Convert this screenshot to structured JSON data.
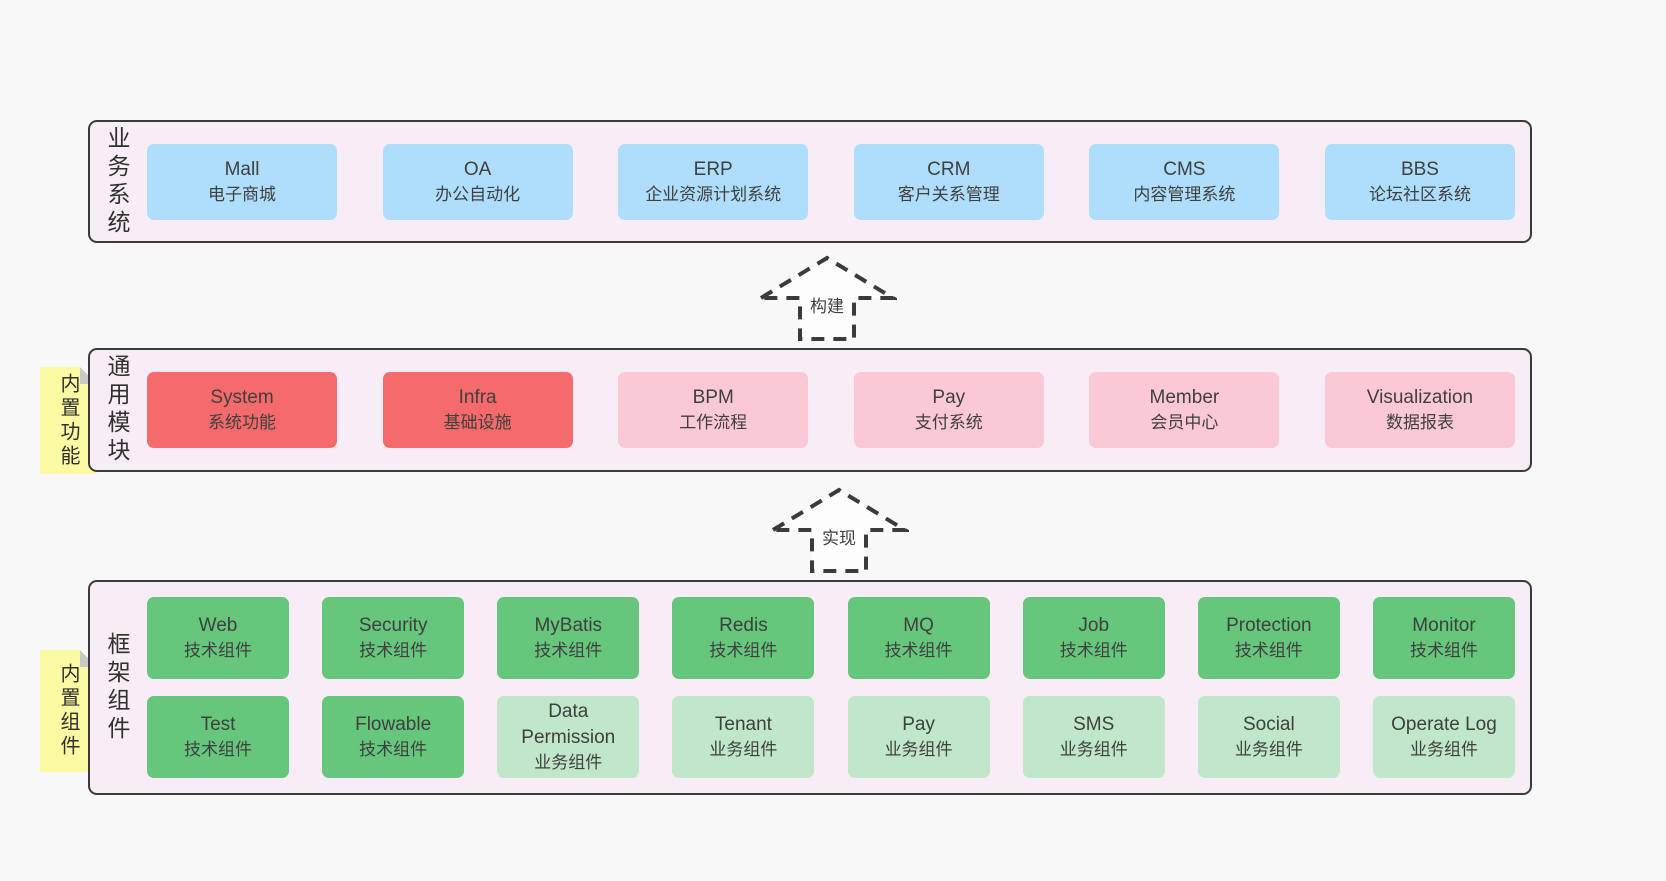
{
  "colors": {
    "page_bg": "#f8f8f8",
    "panel_bg": "#f8edf6",
    "panel_border": "#3b3b3b",
    "blue_box": "#aedefb",
    "red_box": "#f56a6a",
    "pink_box": "#fbc9d5",
    "green_dark_box": "#66c67c",
    "green_light_box": "#c0e7c9",
    "note_bg": "#fbfaa3",
    "note_fold": "#c9c9c9",
    "text": "#3f3f3f"
  },
  "arrows": [
    {
      "label": "构建"
    },
    {
      "label": "实现"
    }
  ],
  "sections": [
    {
      "id": "business-systems",
      "label": "业务系统",
      "boxes": [
        {
          "name": "Mall",
          "desc": "电子商城",
          "variant": "blue"
        },
        {
          "name": "OA",
          "desc": "办公自动化",
          "variant": "blue"
        },
        {
          "name": "ERP",
          "desc": "企业资源计划系统",
          "variant": "blue"
        },
        {
          "name": "CRM",
          "desc": "客户关系管理",
          "variant": "blue"
        },
        {
          "name": "CMS",
          "desc": "内容管理系统",
          "variant": "blue"
        },
        {
          "name": "BBS",
          "desc": "论坛社区系统",
          "variant": "blue"
        }
      ]
    },
    {
      "id": "common-modules",
      "label": "通用模块",
      "note": "内置功能",
      "boxes": [
        {
          "name": "System",
          "desc": "系统功能",
          "variant": "red"
        },
        {
          "name": "Infra",
          "desc": "基础设施",
          "variant": "red"
        },
        {
          "name": "BPM",
          "desc": "工作流程",
          "variant": "pink"
        },
        {
          "name": "Pay",
          "desc": "支付系统",
          "variant": "pink"
        },
        {
          "name": "Member",
          "desc": "会员中心",
          "variant": "pink"
        },
        {
          "name": "Visualization",
          "desc": "数据报表",
          "variant": "pink"
        }
      ]
    },
    {
      "id": "framework-components",
      "label": "框架组件",
      "note": "内置组件",
      "rows": [
        [
          {
            "name": "Web",
            "desc": "技术组件",
            "variant": "green"
          },
          {
            "name": "Security",
            "desc": "技术组件",
            "variant": "green"
          },
          {
            "name": "MyBatis",
            "desc": "技术组件",
            "variant": "green"
          },
          {
            "name": "Redis",
            "desc": "技术组件",
            "variant": "green"
          },
          {
            "name": "MQ",
            "desc": "技术组件",
            "variant": "green"
          },
          {
            "name": "Job",
            "desc": "技术组件",
            "variant": "green"
          },
          {
            "name": "Protection",
            "desc": "技术组件",
            "variant": "green"
          },
          {
            "name": "Monitor",
            "desc": "技术组件",
            "variant": "green"
          }
        ],
        [
          {
            "name": "Test",
            "desc": "技术组件",
            "variant": "green"
          },
          {
            "name": "Flowable",
            "desc": "技术组件",
            "variant": "green"
          },
          {
            "name": "Data Permission",
            "desc": "业务组件",
            "variant": "green-light"
          },
          {
            "name": "Tenant",
            "desc": "业务组件",
            "variant": "green-light"
          },
          {
            "name": "Pay",
            "desc": "业务组件",
            "variant": "green-light"
          },
          {
            "name": "SMS",
            "desc": "业务组件",
            "variant": "green-light"
          },
          {
            "name": "Social",
            "desc": "业务组件",
            "variant": "green-light"
          },
          {
            "name": "Operate Log",
            "desc": "业务组件",
            "variant": "green-light"
          }
        ]
      ]
    }
  ]
}
